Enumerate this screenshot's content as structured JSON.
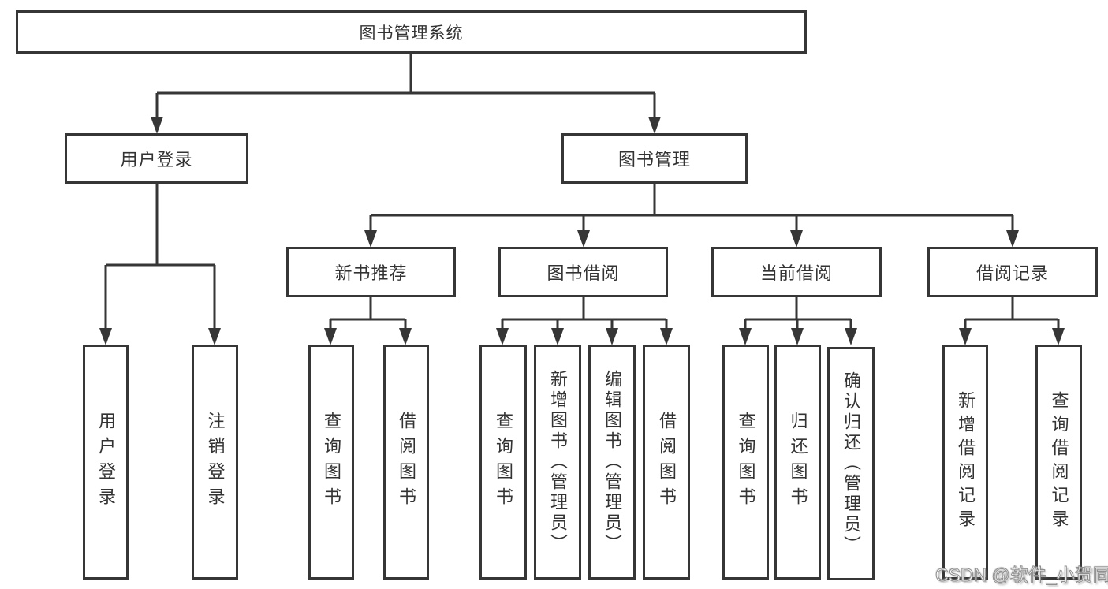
{
  "tree": {
    "label": "图书管理系统",
    "children": [
      {
        "label": "用户登录",
        "children": [
          {
            "label": "用户登录"
          },
          {
            "label": "注销登录"
          }
        ]
      },
      {
        "label": "图书管理",
        "children": [
          {
            "label": "新书推荐",
            "children": [
              {
                "label": "查询图书"
              },
              {
                "label": "借阅图书"
              }
            ]
          },
          {
            "label": "图书借阅",
            "children": [
              {
                "label": "查询图书"
              },
              {
                "label": "新增图书（管理员）"
              },
              {
                "label": "编辑图书（管理员）"
              },
              {
                "label": "借阅图书"
              }
            ]
          },
          {
            "label": "当前借阅",
            "children": [
              {
                "label": "查询图书"
              },
              {
                "label": "归还图书"
              },
              {
                "label": "确认归还（管理员）"
              }
            ]
          },
          {
            "label": "借阅记录",
            "children": [
              {
                "label": "新增借阅记录"
              },
              {
                "label": "查询借阅记录"
              }
            ]
          }
        ]
      }
    ]
  },
  "watermark": {
    "text": "CSDN @软件_小贺同学"
  },
  "colors": {
    "line": "#363636",
    "box_border": "#363636",
    "text": "#333333",
    "background": "#ffffff",
    "watermark_fill": "#ffffff",
    "watermark_outline": "#8f8f8f"
  }
}
